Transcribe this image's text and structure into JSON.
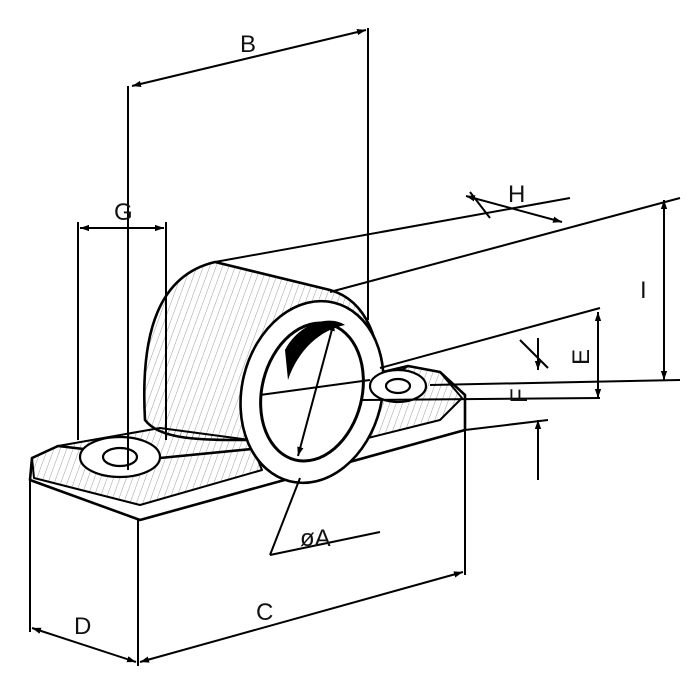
{
  "labels": {
    "a": "øA",
    "b": "B",
    "c": "C",
    "d": "D",
    "e": "E",
    "f": "F",
    "g": "G",
    "h": "H",
    "i": "I"
  }
}
